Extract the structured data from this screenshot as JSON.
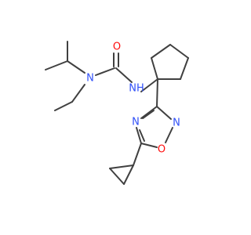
{
  "molecule": {
    "atoms": [
      {
        "id": "O1",
        "label": "O",
        "color": "#ff0d0d"
      },
      {
        "id": "N_amine",
        "label": "N",
        "color": "#3050f8"
      },
      {
        "id": "N_amide",
        "label": "NH",
        "color": "#3050f8"
      },
      {
        "id": "N_ring1",
        "label": "N",
        "color": "#3050f8"
      },
      {
        "id": "N_ring2",
        "label": "N",
        "color": "#3050f8"
      },
      {
        "id": "O_ring",
        "label": "O",
        "color": "#ff0d0d"
      }
    ],
    "bond_color": "#404040"
  }
}
